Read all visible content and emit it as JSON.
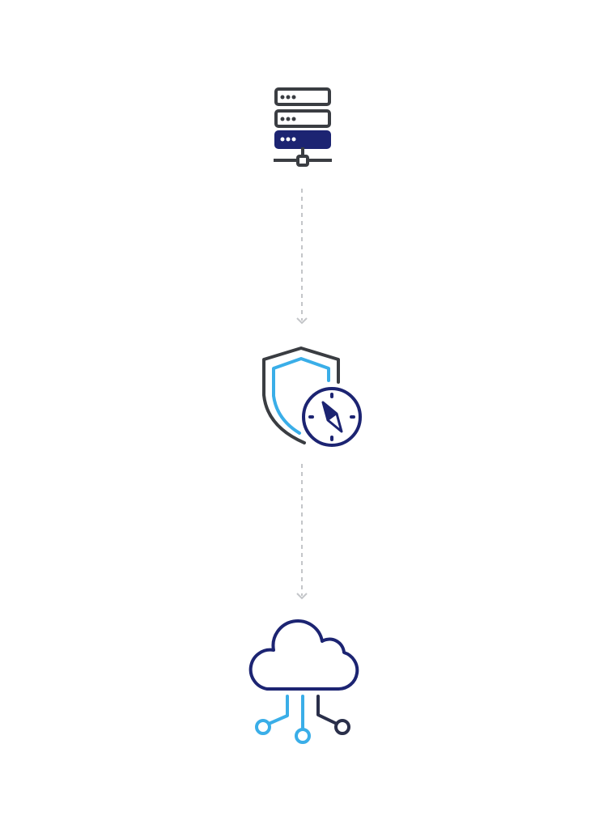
{
  "diagram": {
    "nodes": [
      {
        "icon": "server-network-icon"
      },
      {
        "icon": "shield-compass-icon"
      },
      {
        "icon": "cloud-circuit-icon"
      }
    ],
    "connectors": [
      {
        "from": 0,
        "to": 1,
        "style": "dashed-arrow"
      },
      {
        "from": 1,
        "to": 2,
        "style": "dashed-arrow"
      }
    ]
  },
  "colors": {
    "dark_gray": "#3a3d42",
    "navy": "#1c2472",
    "sky_blue": "#3aaee8",
    "connector": "#c4c6c9"
  }
}
